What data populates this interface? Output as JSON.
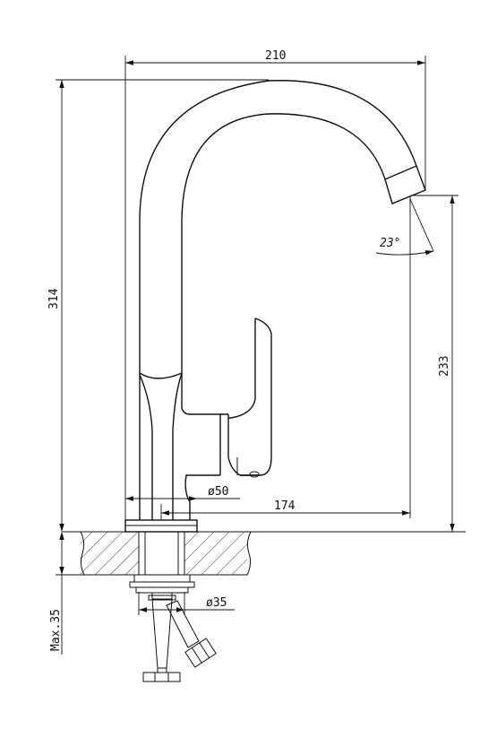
{
  "dimensions": {
    "width_top": "210",
    "height_total": "314",
    "spout_height": "233",
    "spout_reach": "174",
    "base_diameter": "ø50",
    "hose_diameter": "ø35",
    "max_thickness": "Max.35",
    "spout_angle": "23°"
  }
}
